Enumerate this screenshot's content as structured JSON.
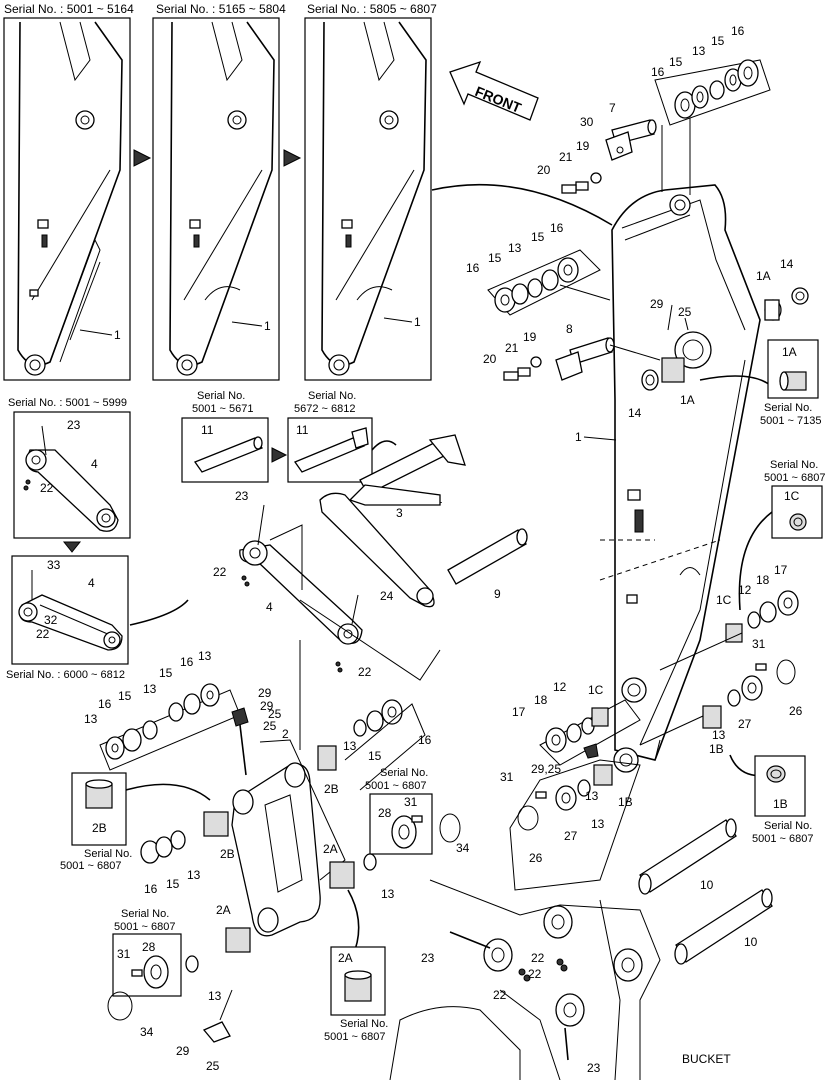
{
  "serial_headers": [
    {
      "label": "Serial No. : 5001 ~ 5164"
    },
    {
      "label": "Serial No. : 5165 ~ 5804"
    },
    {
      "label": "Serial No. : 5805 ~ 6807"
    }
  ],
  "front_label": "FRONT",
  "bucket_label": "BUCKET",
  "captions": {
    "link_top": "Serial No. : 5001 ~ 5999",
    "link_bottom": "Serial No. : 6000 ~ 6812",
    "pin11a_l1": "Serial No.",
    "pin11a_l2": "5001 ~ 5671",
    "pin11b_l1": "Serial No.",
    "pin11b_l2": "5672 ~ 6812",
    "p1a_l1": "Serial No.",
    "p1a_l2": "5001 ~ 7135",
    "p1c_l1": "Serial No.",
    "p1c_l2": "5001 ~ 6807",
    "p1b_l1": "Serial No.",
    "p1b_l2": "5001 ~ 6807",
    "p2b_l1": "Serial No.",
    "p2b_l2": "5001 ~ 6807",
    "p28a_l1": "Serial No.",
    "p28a_l2": "5001 ~ 6807",
    "p28b_l1": "Serial No.",
    "p28b_l2": "5001 ~ 6807",
    "p2a_l1": "Serial No.",
    "p2a_l2": "5001 ~ 6807"
  },
  "box_labels": {
    "b1a": "1A",
    "b1c": "1C",
    "b1b": "1B",
    "b2b": "2B",
    "b2a": "2A",
    "b11a": "11",
    "b11b": "11",
    "b28a": "28",
    "b28b": "28",
    "b31a": "31",
    "b31b": "31"
  },
  "callouts": [
    {
      "t": "1"
    },
    {
      "t": "1"
    },
    {
      "t": "1"
    },
    {
      "t": "16"
    },
    {
      "t": "15"
    },
    {
      "t": "13"
    },
    {
      "t": "15"
    },
    {
      "t": "16"
    },
    {
      "t": "7"
    },
    {
      "t": "30"
    },
    {
      "t": "19"
    },
    {
      "t": "21"
    },
    {
      "t": "20"
    },
    {
      "t": "16"
    },
    {
      "t": "15"
    },
    {
      "t": "13"
    },
    {
      "t": "15"
    },
    {
      "t": "16"
    },
    {
      "t": "1A"
    },
    {
      "t": "14"
    },
    {
      "t": "29"
    },
    {
      "t": "25"
    },
    {
      "t": "8"
    },
    {
      "t": "19"
    },
    {
      "t": "21"
    },
    {
      "t": "20"
    },
    {
      "t": "14"
    },
    {
      "t": "1A"
    },
    {
      "t": "1"
    },
    {
      "t": "23"
    },
    {
      "t": "4"
    },
    {
      "t": "22"
    },
    {
      "t": "33"
    },
    {
      "t": "4"
    },
    {
      "t": "32"
    },
    {
      "t": "22"
    },
    {
      "t": "11"
    },
    {
      "t": "3"
    },
    {
      "t": "23"
    },
    {
      "t": "22"
    },
    {
      "t": "4"
    },
    {
      "t": "24"
    },
    {
      "t": "9"
    },
    {
      "t": "22"
    },
    {
      "t": "1C"
    },
    {
      "t": "12"
    },
    {
      "t": "18"
    },
    {
      "t": "17"
    },
    {
      "t": "16"
    },
    {
      "t": "15"
    },
    {
      "t": "13"
    },
    {
      "t": "15"
    },
    {
      "t": "13"
    },
    {
      "t": "16"
    },
    {
      "t": "13"
    },
    {
      "t": "29"
    },
    {
      "t": "29"
    },
    {
      "t": "25"
    },
    {
      "t": "25"
    },
    {
      "t": "2"
    },
    {
      "t": "15"
    },
    {
      "t": "13"
    },
    {
      "t": "16"
    },
    {
      "t": "2B"
    },
    {
      "t": "31"
    },
    {
      "t": "13"
    },
    {
      "t": "26"
    },
    {
      "t": "27"
    },
    {
      "t": "1C"
    },
    {
      "t": "12"
    },
    {
      "t": "18"
    },
    {
      "t": "17"
    },
    {
      "t": "29,25"
    },
    {
      "t": "1B"
    },
    {
      "t": "13"
    },
    {
      "t": "1B"
    },
    {
      "t": "31"
    },
    {
      "t": "26"
    },
    {
      "t": "27"
    },
    {
      "t": "13"
    },
    {
      "t": "2B"
    },
    {
      "t": "16"
    },
    {
      "t": "15"
    },
    {
      "t": "13"
    },
    {
      "t": "34"
    },
    {
      "t": "2A"
    },
    {
      "t": "13"
    },
    {
      "t": "2A"
    },
    {
      "t": "13"
    },
    {
      "t": "10"
    },
    {
      "t": "10"
    },
    {
      "t": "23"
    },
    {
      "t": "22"
    },
    {
      "t": "22"
    },
    {
      "t": "22"
    },
    {
      "t": "23"
    },
    {
      "t": "34"
    },
    {
      "t": "29"
    },
    {
      "t": "25"
    }
  ]
}
